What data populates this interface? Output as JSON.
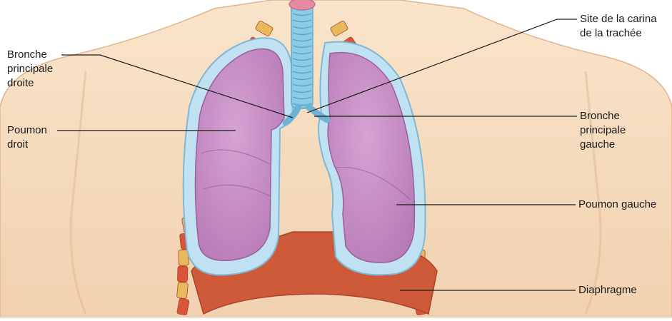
{
  "labels": {
    "bronche_droite": [
      "Bronche",
      "principale",
      "droite"
    ],
    "poumon_droit": [
      "Poumon",
      "droit"
    ],
    "carina": [
      "Site de la carina",
      "de la trachée"
    ],
    "bronche_gauche": [
      "Bronche",
      "principale",
      "gauche"
    ],
    "poumon_gauche": "Poumon gauche",
    "diaphragme": "Diaphragme"
  },
  "colors": {
    "skin": "#f6dcc0",
    "lung": "#c68fc4",
    "pleura": "#bfe1f2",
    "trachea": "#8ccbe6",
    "diaphragm": "#cf5a3a",
    "rib": "#e8b95a",
    "rib_red": "#d8553a"
  }
}
